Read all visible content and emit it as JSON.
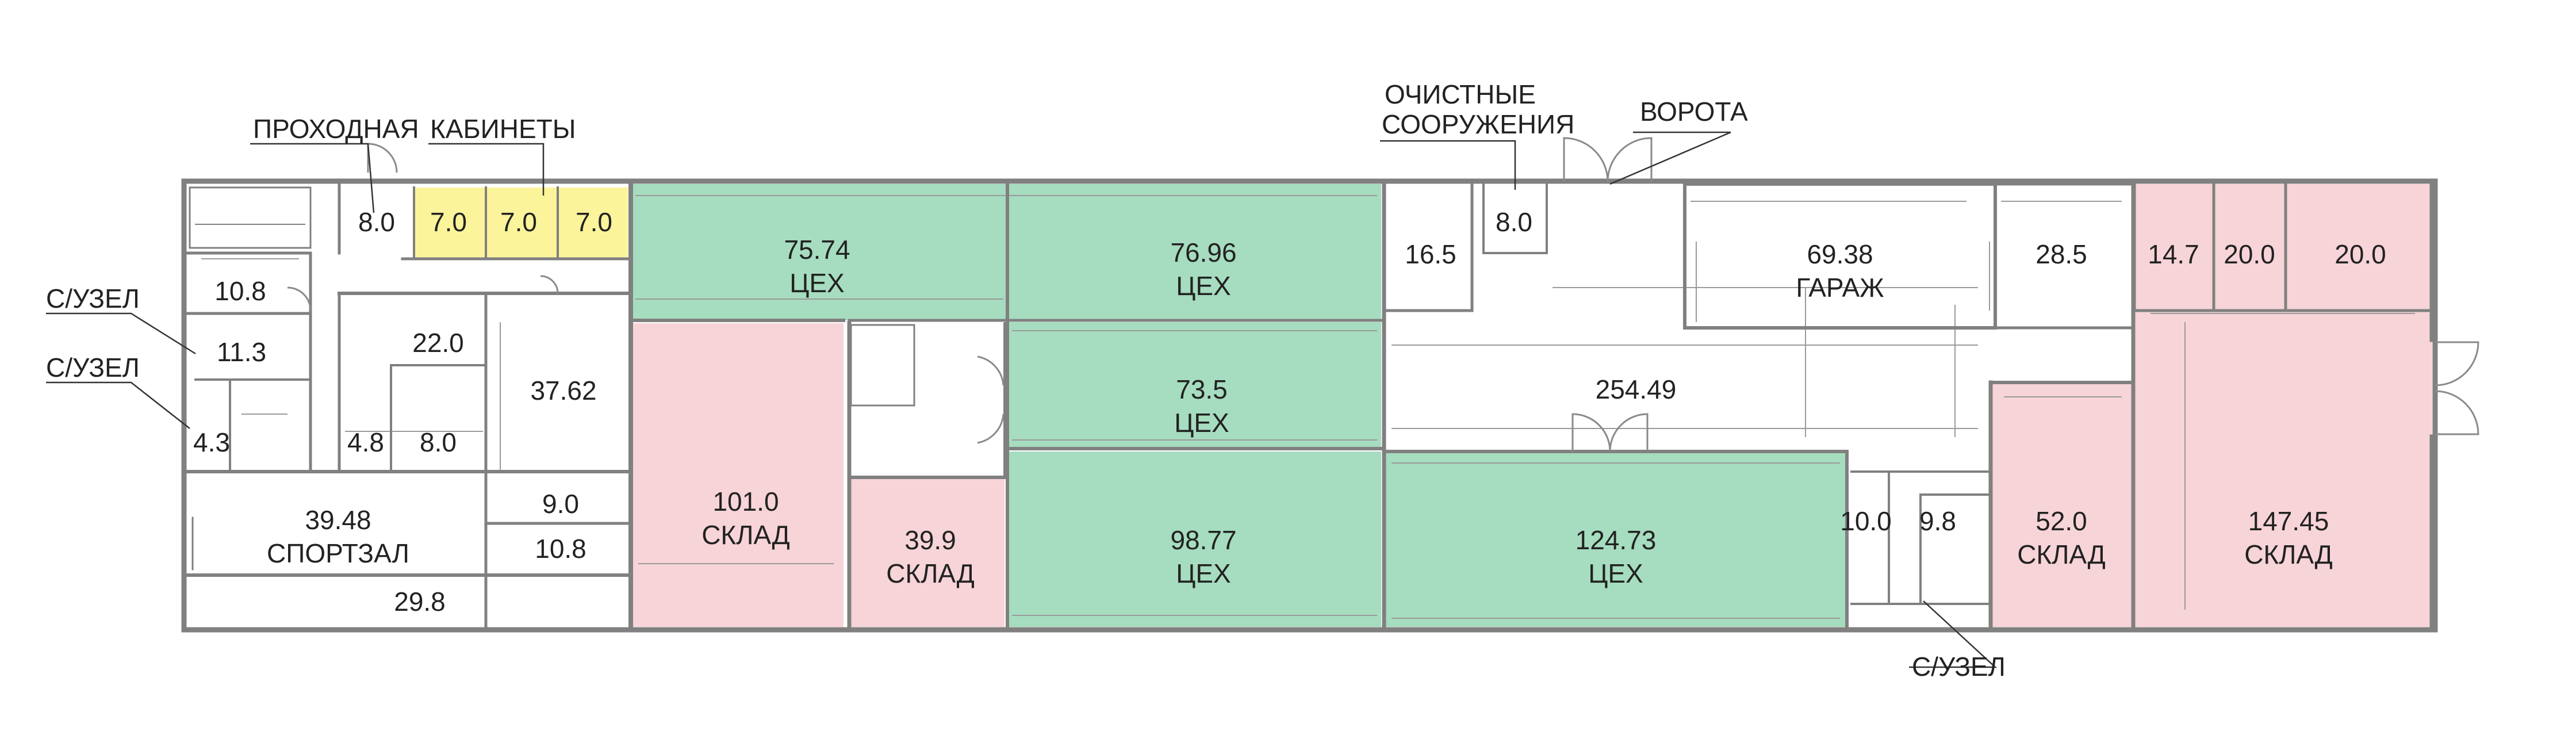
{
  "colors": {
    "production": "#a6dcbf",
    "warehouse": "#f7d4d8",
    "office": "#fbf49b",
    "wall": "#808080",
    "ink": "#222222"
  },
  "callouts": {
    "checkpoint": "ПРОХОДНАЯ",
    "offices": "КАБИНЕТЫ",
    "wc_1": "С/УЗЕЛ",
    "wc_2": "С/УЗЕЛ",
    "wc_3": "С/УЗЕЛ",
    "treatment_line1": "ОЧИСТНЫЕ",
    "treatment_line2": "СООРУЖЕНИЯ",
    "gates": "ВОРОТА"
  },
  "rooms": {
    "r_10_8_a": {
      "area": "10.8",
      "type": "",
      "zone": "none"
    },
    "r_11_3": {
      "area": "11.3",
      "type": "",
      "zone": "none"
    },
    "r_4_3": {
      "area": "4.3",
      "type": "",
      "zone": "none"
    },
    "r_8_0_a": {
      "area": "8.0",
      "type": "",
      "zone": "none"
    },
    "r_7_0_a": {
      "area": "7.0",
      "type": "",
      "zone": "office"
    },
    "r_7_0_b": {
      "area": "7.0",
      "type": "",
      "zone": "office"
    },
    "r_7_0_c": {
      "area": "7.0",
      "type": "",
      "zone": "office"
    },
    "r_22_0": {
      "area": "22.0",
      "type": "",
      "zone": "none"
    },
    "r_4_8": {
      "area": "4.8",
      "type": "",
      "zone": "none"
    },
    "r_8_0_b": {
      "area": "8.0",
      "type": "",
      "zone": "none"
    },
    "r_37_62": {
      "area": "37.62",
      "type": "",
      "zone": "none"
    },
    "r_9_0": {
      "area": "9.0",
      "type": "",
      "zone": "none"
    },
    "r_10_8_b": {
      "area": "10.8",
      "type": "",
      "zone": "none"
    },
    "r_39_48": {
      "area": "39.48",
      "type": "СПОРТЗАЛ",
      "zone": "none"
    },
    "r_29_8": {
      "area": "29.8",
      "type": "",
      "zone": "none"
    },
    "r_75_74": {
      "area": "75.74",
      "type": "ЦЕХ",
      "zone": "production"
    },
    "r_101_0": {
      "area": "101.0",
      "type": "СКЛАД",
      "zone": "warehouse"
    },
    "r_39_9": {
      "area": "39.9",
      "type": "СКЛАД",
      "zone": "warehouse"
    },
    "r_76_96": {
      "area": "76.96",
      "type": "ЦЕХ",
      "zone": "production"
    },
    "r_73_5": {
      "area": "73.5",
      "type": "ЦЕХ",
      "zone": "production"
    },
    "r_98_77": {
      "area": "98.77",
      "type": "ЦЕХ",
      "zone": "production"
    },
    "r_16_5": {
      "area": "16.5",
      "type": "",
      "zone": "none"
    },
    "r_8_0_c": {
      "area": "8.0",
      "type": "",
      "zone": "none"
    },
    "r_254_49": {
      "area": "254.49",
      "type": "",
      "zone": "none"
    },
    "r_124_73": {
      "area": "124.73",
      "type": "ЦЕХ",
      "zone": "production"
    },
    "r_69_38": {
      "area": "69.38",
      "type": "ГАРАЖ",
      "zone": "none"
    },
    "r_28_5": {
      "area": "28.5",
      "type": "",
      "zone": "none"
    },
    "r_10_0": {
      "area": "10.0",
      "type": "",
      "zone": "none"
    },
    "r_9_8": {
      "area": "9.8",
      "type": "",
      "zone": "none"
    },
    "r_52_0": {
      "area": "52.0",
      "type": "СКЛАД",
      "zone": "warehouse"
    },
    "r_14_7": {
      "area": "14.7",
      "type": "",
      "zone": "warehouse"
    },
    "r_20_0_a": {
      "area": "20.0",
      "type": "",
      "zone": "warehouse"
    },
    "r_20_0_b": {
      "area": "20.0",
      "type": "",
      "zone": "warehouse"
    },
    "r_147_45": {
      "area": "147.45",
      "type": "СКЛАД",
      "zone": "warehouse"
    }
  }
}
